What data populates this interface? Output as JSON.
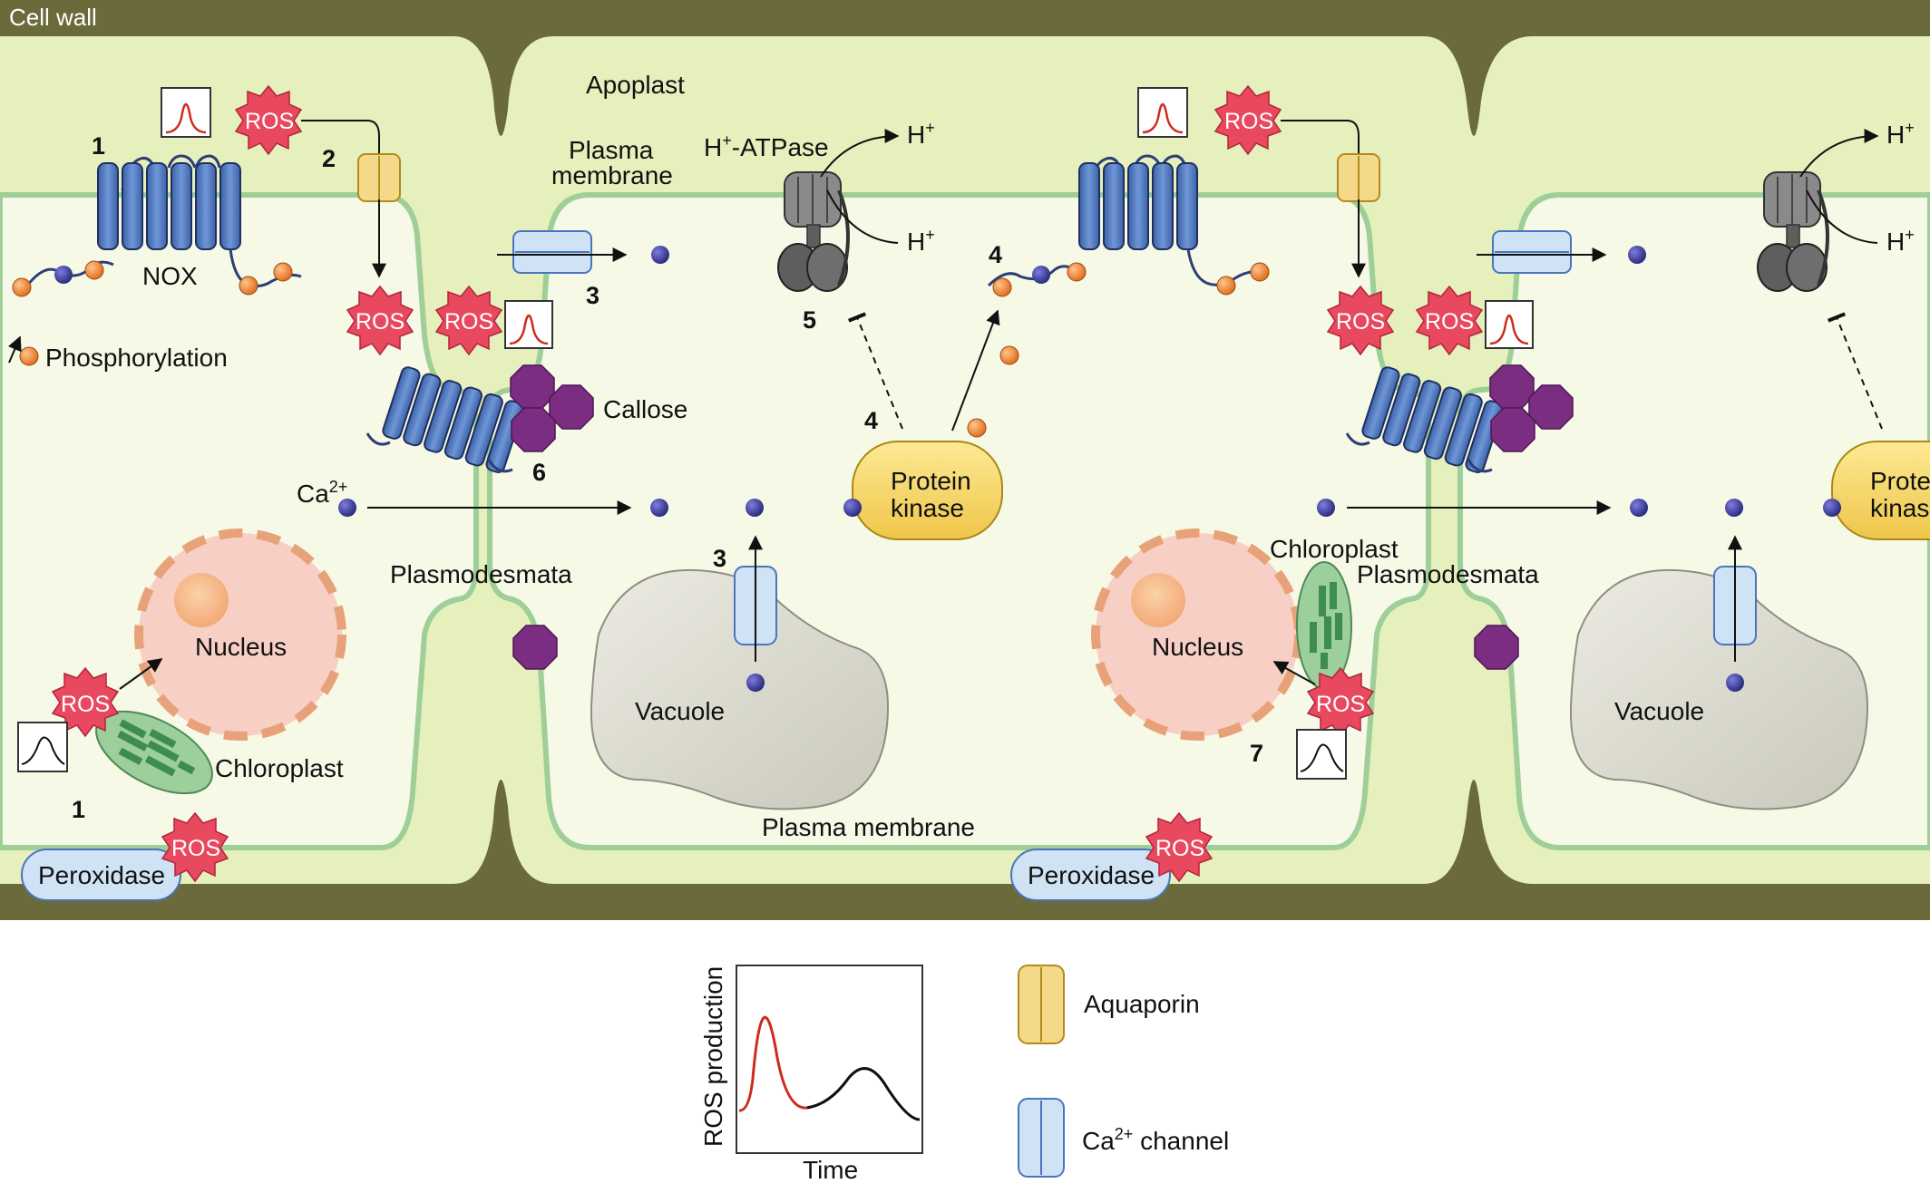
{
  "labels": {
    "cell_wall": "Cell wall",
    "apoplast": "Apoplast",
    "plasma_membrane_top_1": "Plasma",
    "plasma_membrane_top_2": "membrane",
    "plasma_membrane_bottom": "Plasma membrane",
    "h_atpase_prefix": "H",
    "h_atpase_sup": "+",
    "h_atpase_suffix": "-ATPase",
    "h_plus": "H",
    "plus": "+",
    "nox": "NOX",
    "phosphorylation": "Phosphorylation",
    "ros": "ROS",
    "callose": "Callose",
    "ca": "Ca",
    "ca_sup": "2+",
    "protein_kinase_1": "Protein",
    "protein_kinase_2": "kinase",
    "plasmodesmata": "Plasmodesmata",
    "nucleus": "Nucleus",
    "chloroplast": "Chloroplast",
    "vacuole": "Vacuole",
    "peroxidase": "Peroxidase"
  },
  "step_numbers": {
    "one": "1",
    "two": "2",
    "three": "3",
    "four": "4",
    "five": "5",
    "six": "6",
    "seven": "7"
  },
  "legend": {
    "y_axis": "ROS production",
    "x_axis": "Time",
    "aquaporin": "Aquaporin",
    "ca_channel_prefix": "Ca",
    "ca_channel_sup": "2+",
    "ca_channel_suffix": " channel"
  },
  "colors": {
    "cell_wall": "#6b6a3a",
    "apoplast": "#e5f0bc",
    "cytoplasm": "#f5f9e6",
    "membrane": "#9fcf98",
    "ros": "#e8495f",
    "nox": "#4a74bd",
    "aquaporin": "#f5d98a",
    "ca_channel": "#cfe3f5",
    "calcium_ion": "#3b3b9a",
    "phosphate": "#f08a3c",
    "callose": "#7b2d82",
    "protein_kinase": "#f8dc6e",
    "nucleus": "#f7cfc5",
    "vacuole": "#dddcd0",
    "chloroplast": "#9ccf9c",
    "peroxidase": "#cfe3f5",
    "ros_curve": "#cc2b1d"
  }
}
